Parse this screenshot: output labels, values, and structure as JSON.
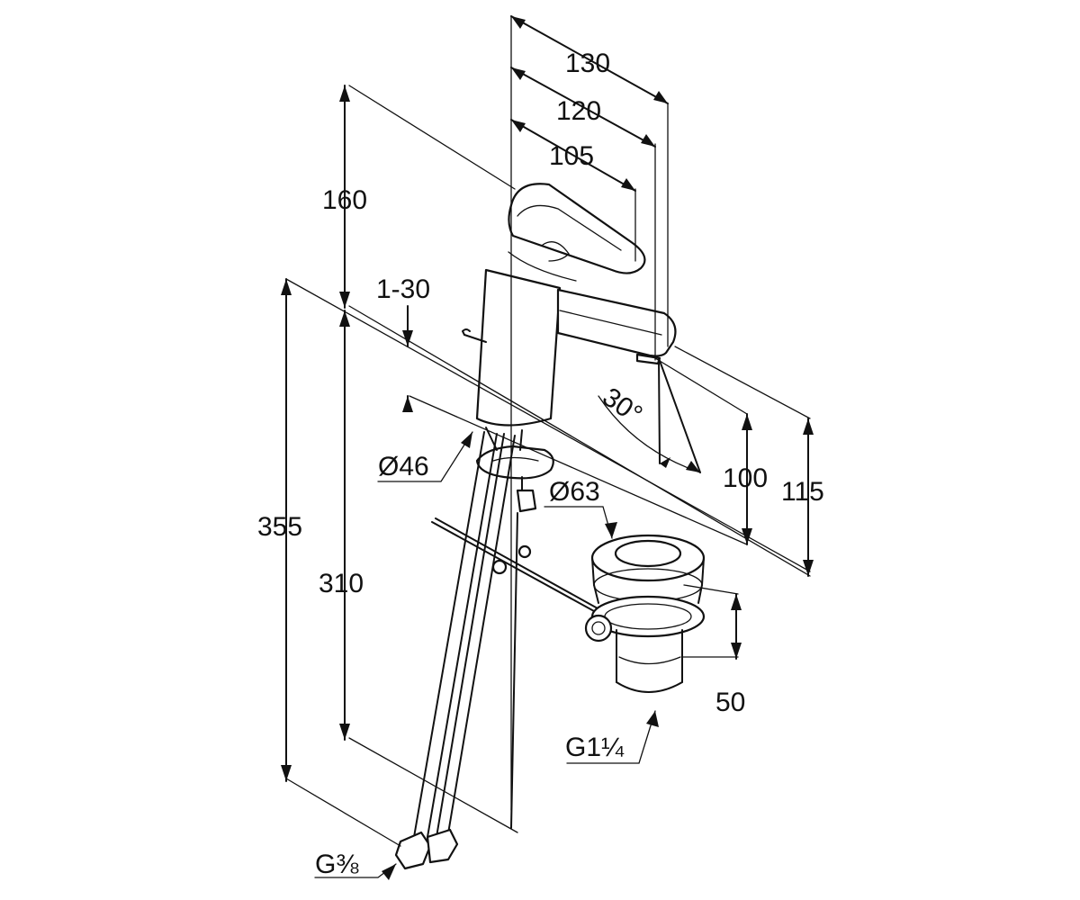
{
  "dimensions": {
    "spout_reach_130": "130",
    "spout_reach_120": "120",
    "lever_reach_105": "105",
    "height_160": "160",
    "deck_thickness": "1-30",
    "height_355": "355",
    "height_310": "310",
    "spout_height_100": "100",
    "height_115": "115",
    "lever_angle": "30°",
    "base_diameter": "Ø46",
    "waste_diameter": "Ø63",
    "waste_length": "50",
    "waste_thread": "G1¼",
    "supply_thread": "G⅜"
  },
  "colors": {
    "line": "#111111",
    "background": "#ffffff"
  }
}
